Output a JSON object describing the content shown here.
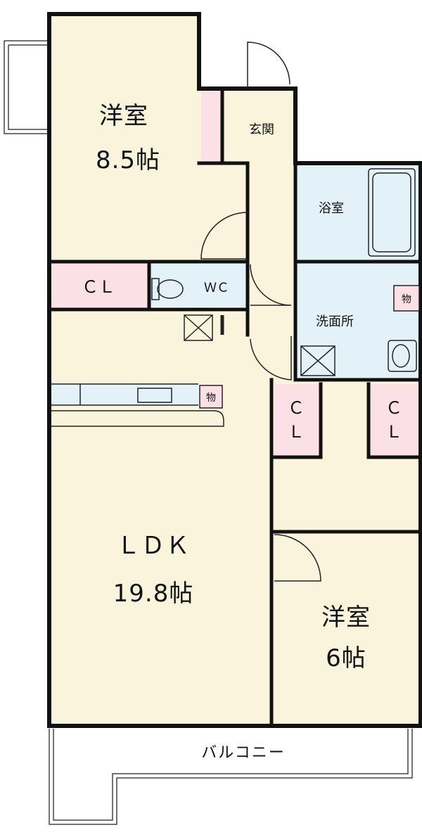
{
  "rooms": {
    "western_room_1": {
      "name": "洋室",
      "size": "8.5帖"
    },
    "entrance": {
      "name": "玄関"
    },
    "bathroom": {
      "name": "浴室"
    },
    "closet_1": {
      "name": "ＣＬ"
    },
    "toilet": {
      "name": "ＷＣ"
    },
    "storage_1": {
      "name": "物"
    },
    "washroom": {
      "name": "洗面所"
    },
    "storage_2": {
      "name": "物"
    },
    "closet_2": {
      "line1": "Ｃ",
      "line2": "Ｌ"
    },
    "closet_3": {
      "line1": "Ｃ",
      "line2": "Ｌ"
    },
    "ldk": {
      "name": "ＬＤＫ",
      "size": "19.8帖"
    },
    "western_room_2": {
      "name": "洋室",
      "size": "6帖"
    },
    "balcony": {
      "name": "バルコニー"
    }
  },
  "colors": {
    "room_floor": "#fbf4dc",
    "wet_area": "#e3f1f9",
    "closet": "#fbe1e6",
    "wall": "#111111"
  }
}
